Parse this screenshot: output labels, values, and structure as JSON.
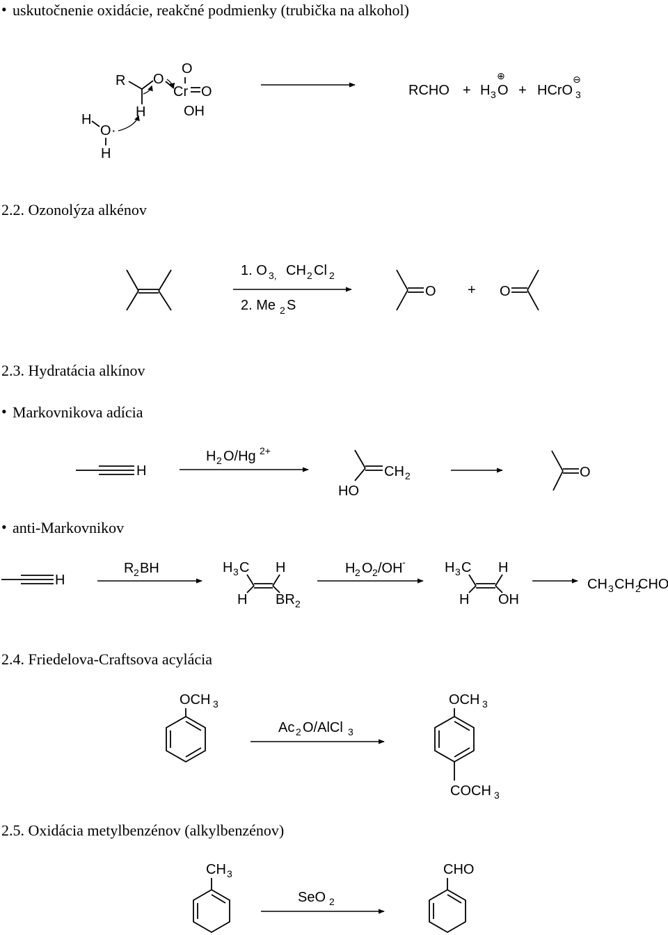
{
  "bullet_char": "•",
  "section1": {
    "bullet_text": "uskutočnenie oxidácie, reakčné podmienky (trubička na alkohol)",
    "mechanism": {
      "r_label": "R",
      "o_label": "O",
      "o_top": "O",
      "cr_label": "Cr",
      "o_right": "O",
      "h_alpha": "H",
      "oh_label": "OH",
      "water_h1": "H",
      "water_o": "O",
      "water_h2": "H",
      "dot": "·"
    },
    "products": {
      "rcho": "RCHO",
      "plus1": "+",
      "h3o": "H",
      "h3o_sub": "3",
      "h3o_o": "O",
      "plus2": "+",
      "hcro": "HCrO",
      "hcro_sub": "3",
      "oplus": "⊕",
      "ominus": "⊖"
    }
  },
  "section2": {
    "heading": "2.2. Ozonolýza alkénov",
    "conditions1": "1. O",
    "cond1_sub": "3,",
    "cond1_ch": "CH",
    "cond1_ch_sub": "2",
    "cond1_cl": "Cl",
    "cond1_cl_sub": "2",
    "conditions2": "2. Me",
    "cond2_sub": "2",
    "cond2_s": "S",
    "prod_o1": "O",
    "plus": "+",
    "prod_o2": "O"
  },
  "section3": {
    "heading": "2.3. Hydratácia alkínov",
    "markovnikov": {
      "bullet_text": "Markovnikova adícia",
      "alkyne_h": "H",
      "reagent_h": "H",
      "reagent_h_sub": "2",
      "reagent_rest": "O/Hg",
      "reagent_sup": "2+",
      "enol_ch": "CH",
      "enol_ch_sub": "2",
      "enol_ho": "HO",
      "ketone_o": "O"
    },
    "anti": {
      "bullet_text": "anti-Markovnikov",
      "alkyne_h": "H",
      "reagent1_r": "R",
      "reagent1_sub": "2",
      "reagent1_bh": "BH",
      "vb_h3c": "H",
      "vb_h3c_sub": "3",
      "vb_c": "C",
      "vb_h_top": "H",
      "vb_h_bottom": "H",
      "vb_br": "BR",
      "vb_br_sub": "2",
      "reagent2_h": "H",
      "reagent2_h_sub": "2",
      "reagent2_o": "O",
      "reagent2_o_sub": "2",
      "reagent2_oh": "/OH",
      "reagent2_sup": "-",
      "en_h3c": "H",
      "en_h3c_sub": "3",
      "en_c": "C",
      "en_h_top": "H",
      "en_h_bottom": "H",
      "en_oh": "OH",
      "prod_ch": "CH",
      "prod_sub1": "3",
      "prod_ch2": "CH",
      "prod_sub2": "2",
      "prod_cho": "CHO"
    }
  },
  "section4": {
    "heading": "2.4. Friedelova-Craftsova  acylácia",
    "sm_och": "OCH",
    "sm_sub": "3",
    "reagent_ac": "Ac",
    "reagent_ac_sub": "2",
    "reagent_rest": "O/AlCl",
    "reagent_sub": "3",
    "prod_och": "OCH",
    "prod_sub": "3",
    "prod_coch": "COCH",
    "prod_coch_sub": "3"
  },
  "section5": {
    "heading": "2.5. Oxidácia metylbenzénov (alkylbenzénov)",
    "sm_ch": "CH",
    "sm_sub": "3",
    "reagent_se": "SeO",
    "reagent_sub": "2",
    "prod_cho": "CHO"
  }
}
